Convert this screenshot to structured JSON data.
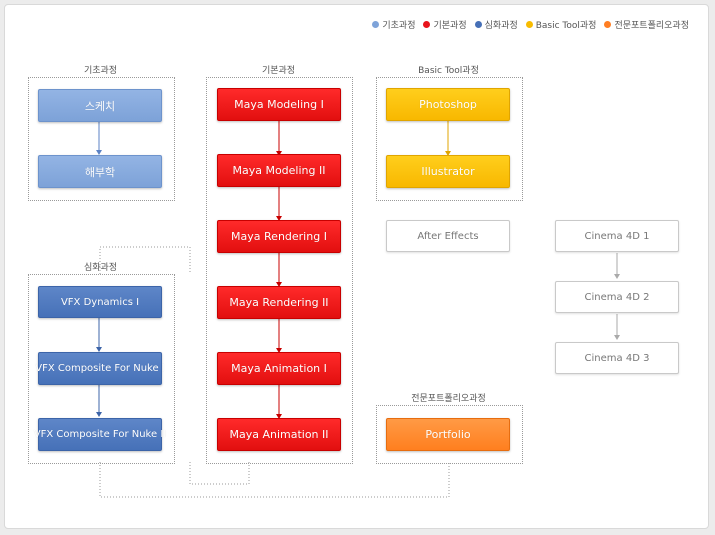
{
  "legend": [
    {
      "label": "기초과정",
      "color": "#7ea3d9"
    },
    {
      "label": "기본과정",
      "color": "#e8141b"
    },
    {
      "label": "심화과정",
      "color": "#4670b7"
    },
    {
      "label": "Basic Tool과정",
      "color": "#f8bc00"
    },
    {
      "label": "전문포트폴리오과정",
      "color": "#ff7e23"
    }
  ],
  "groups": {
    "basic": {
      "label": "기초과정",
      "items": [
        "스케치",
        "해부학"
      ]
    },
    "core": {
      "label": "기본과정",
      "items": [
        "Maya Modeling I",
        "Maya Modeling II",
        "Maya Rendering I",
        "Maya Rendering II",
        "Maya Animation I",
        "Maya Animation II"
      ]
    },
    "tool": {
      "label": "Basic Tool과정",
      "items": [
        "Photoshop",
        "Illustrator"
      ]
    },
    "advanced": {
      "label": "심화과정",
      "items": [
        "VFX Dynamics I",
        "VFX Composite For Nuke I",
        "VFX Composite For Nuke II"
      ]
    },
    "portfolio": {
      "label": "전문포트폴리오과정",
      "items": [
        "Portfolio"
      ]
    }
  },
  "extras": {
    "after_effects": "After Effects",
    "cinema": [
      "Cinema 4D 1",
      "Cinema 4D 2",
      "Cinema 4D 3"
    ]
  }
}
